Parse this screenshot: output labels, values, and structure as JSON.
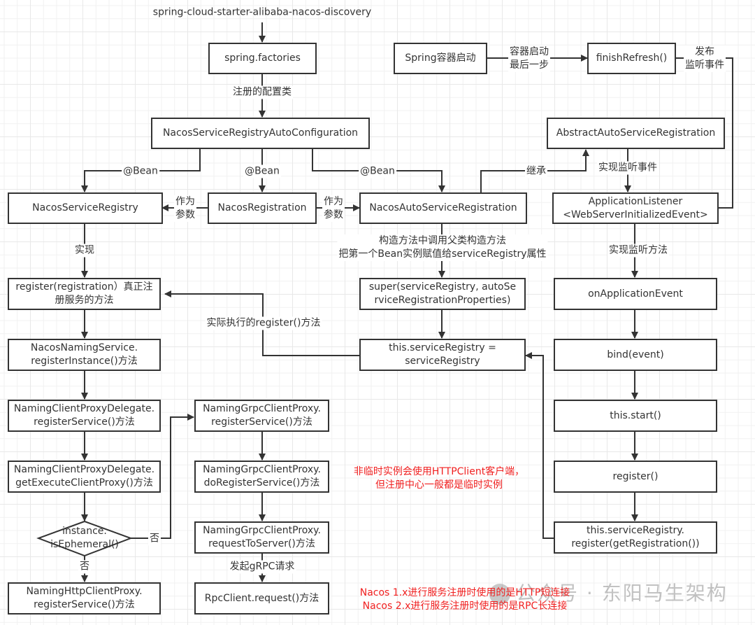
{
  "title": "spring-cloud-starter-alibaba-nacos-discovery",
  "nodes": {
    "spring_factories": "spring.factories",
    "auto_config": "NacosServiceRegistryAutoConfiguration",
    "nacos_service_registry": "NacosServiceRegistry",
    "nacos_registration": "NacosRegistration",
    "nacos_auto_service_registration": "NacosAutoServiceRegistration",
    "spring_container_start": "Spring容器启动",
    "finish_refresh": "finishRefresh()",
    "abstract_auto_service_registration": "AbstractAutoServiceRegistration",
    "application_listener": "ApplicationListener\n<WebServerInitializedEvent>",
    "register_registration": "register(registration）真正注\n册服务的方法",
    "super_call": "super(serviceRegistry, autoSe\nrviceRegistrationProperties)",
    "assign_registry": "this.serviceRegistry =\nserviceRegistry",
    "on_application_event": "onApplicationEvent",
    "bind_event": "bind(event)",
    "this_start": "this.start()",
    "register_call": "register()",
    "registry_register": "this.serviceRegistry.\nregister(getRegistration())",
    "naming_service_register_instance": "NacosNamingService.\nregisterInstance()方法",
    "delegate_register_service": "NamingClientProxyDelegate.\nregisterService()方法",
    "delegate_get_execute_proxy": "NamingClientProxyDelegate.\ngetExecuteClientProxy()方法",
    "is_ephemeral": "instance.\nisEphemeral()",
    "http_register_service": "NamingHttpClientProxy.\nregisterService()方法",
    "grpc_register_service": "NamingGrpcClientProxy.\nregisterService()方法",
    "grpc_do_register_service": "NamingGrpcClientProxy.\ndoRegisterService()方法",
    "grpc_request_to_server": "NamingGrpcClientProxy.\nrequestToServer()方法",
    "rpc_client_request": "RpcClient.request()方法"
  },
  "edge_labels": {
    "register_config_class": "注册的配置类",
    "bean_left": "@Bean",
    "bean_mid": "@Bean",
    "bean_right": "@Bean",
    "as_param_left": "作为\n参数",
    "as_param_right": "作为\n参数",
    "container_last_step": "容器启动\n最后一步",
    "publish_event": "发布\n监听事件",
    "inherit": "继承",
    "implement_listener_event": "实现监听事件",
    "implement": "实现",
    "constructor_note": "构造方法中调用父类构造方法\n把第一个Bean实例赋值给serviceRegistry属性",
    "implement_listener_method": "实现监听方法",
    "actual_register": "实际执行的register()方法",
    "no_right": "否",
    "no_down": "否",
    "grpc_request": "发起gRPC请求"
  },
  "notes": {
    "non_ephemeral": "非临时实例会使用HTTPClient客户端，\n但注册中心一般都是临时实例",
    "version_note": "Nacos 1.x进行服务注册时使用的是HTTP短连接\nNacos 2.x进行服务注册时使用的是RPC长连接"
  },
  "watermark": "公众号 · 东阳马生架构",
  "colors": {
    "line": "#333333",
    "note": "#f02020",
    "grid": "#e8e8e8"
  }
}
